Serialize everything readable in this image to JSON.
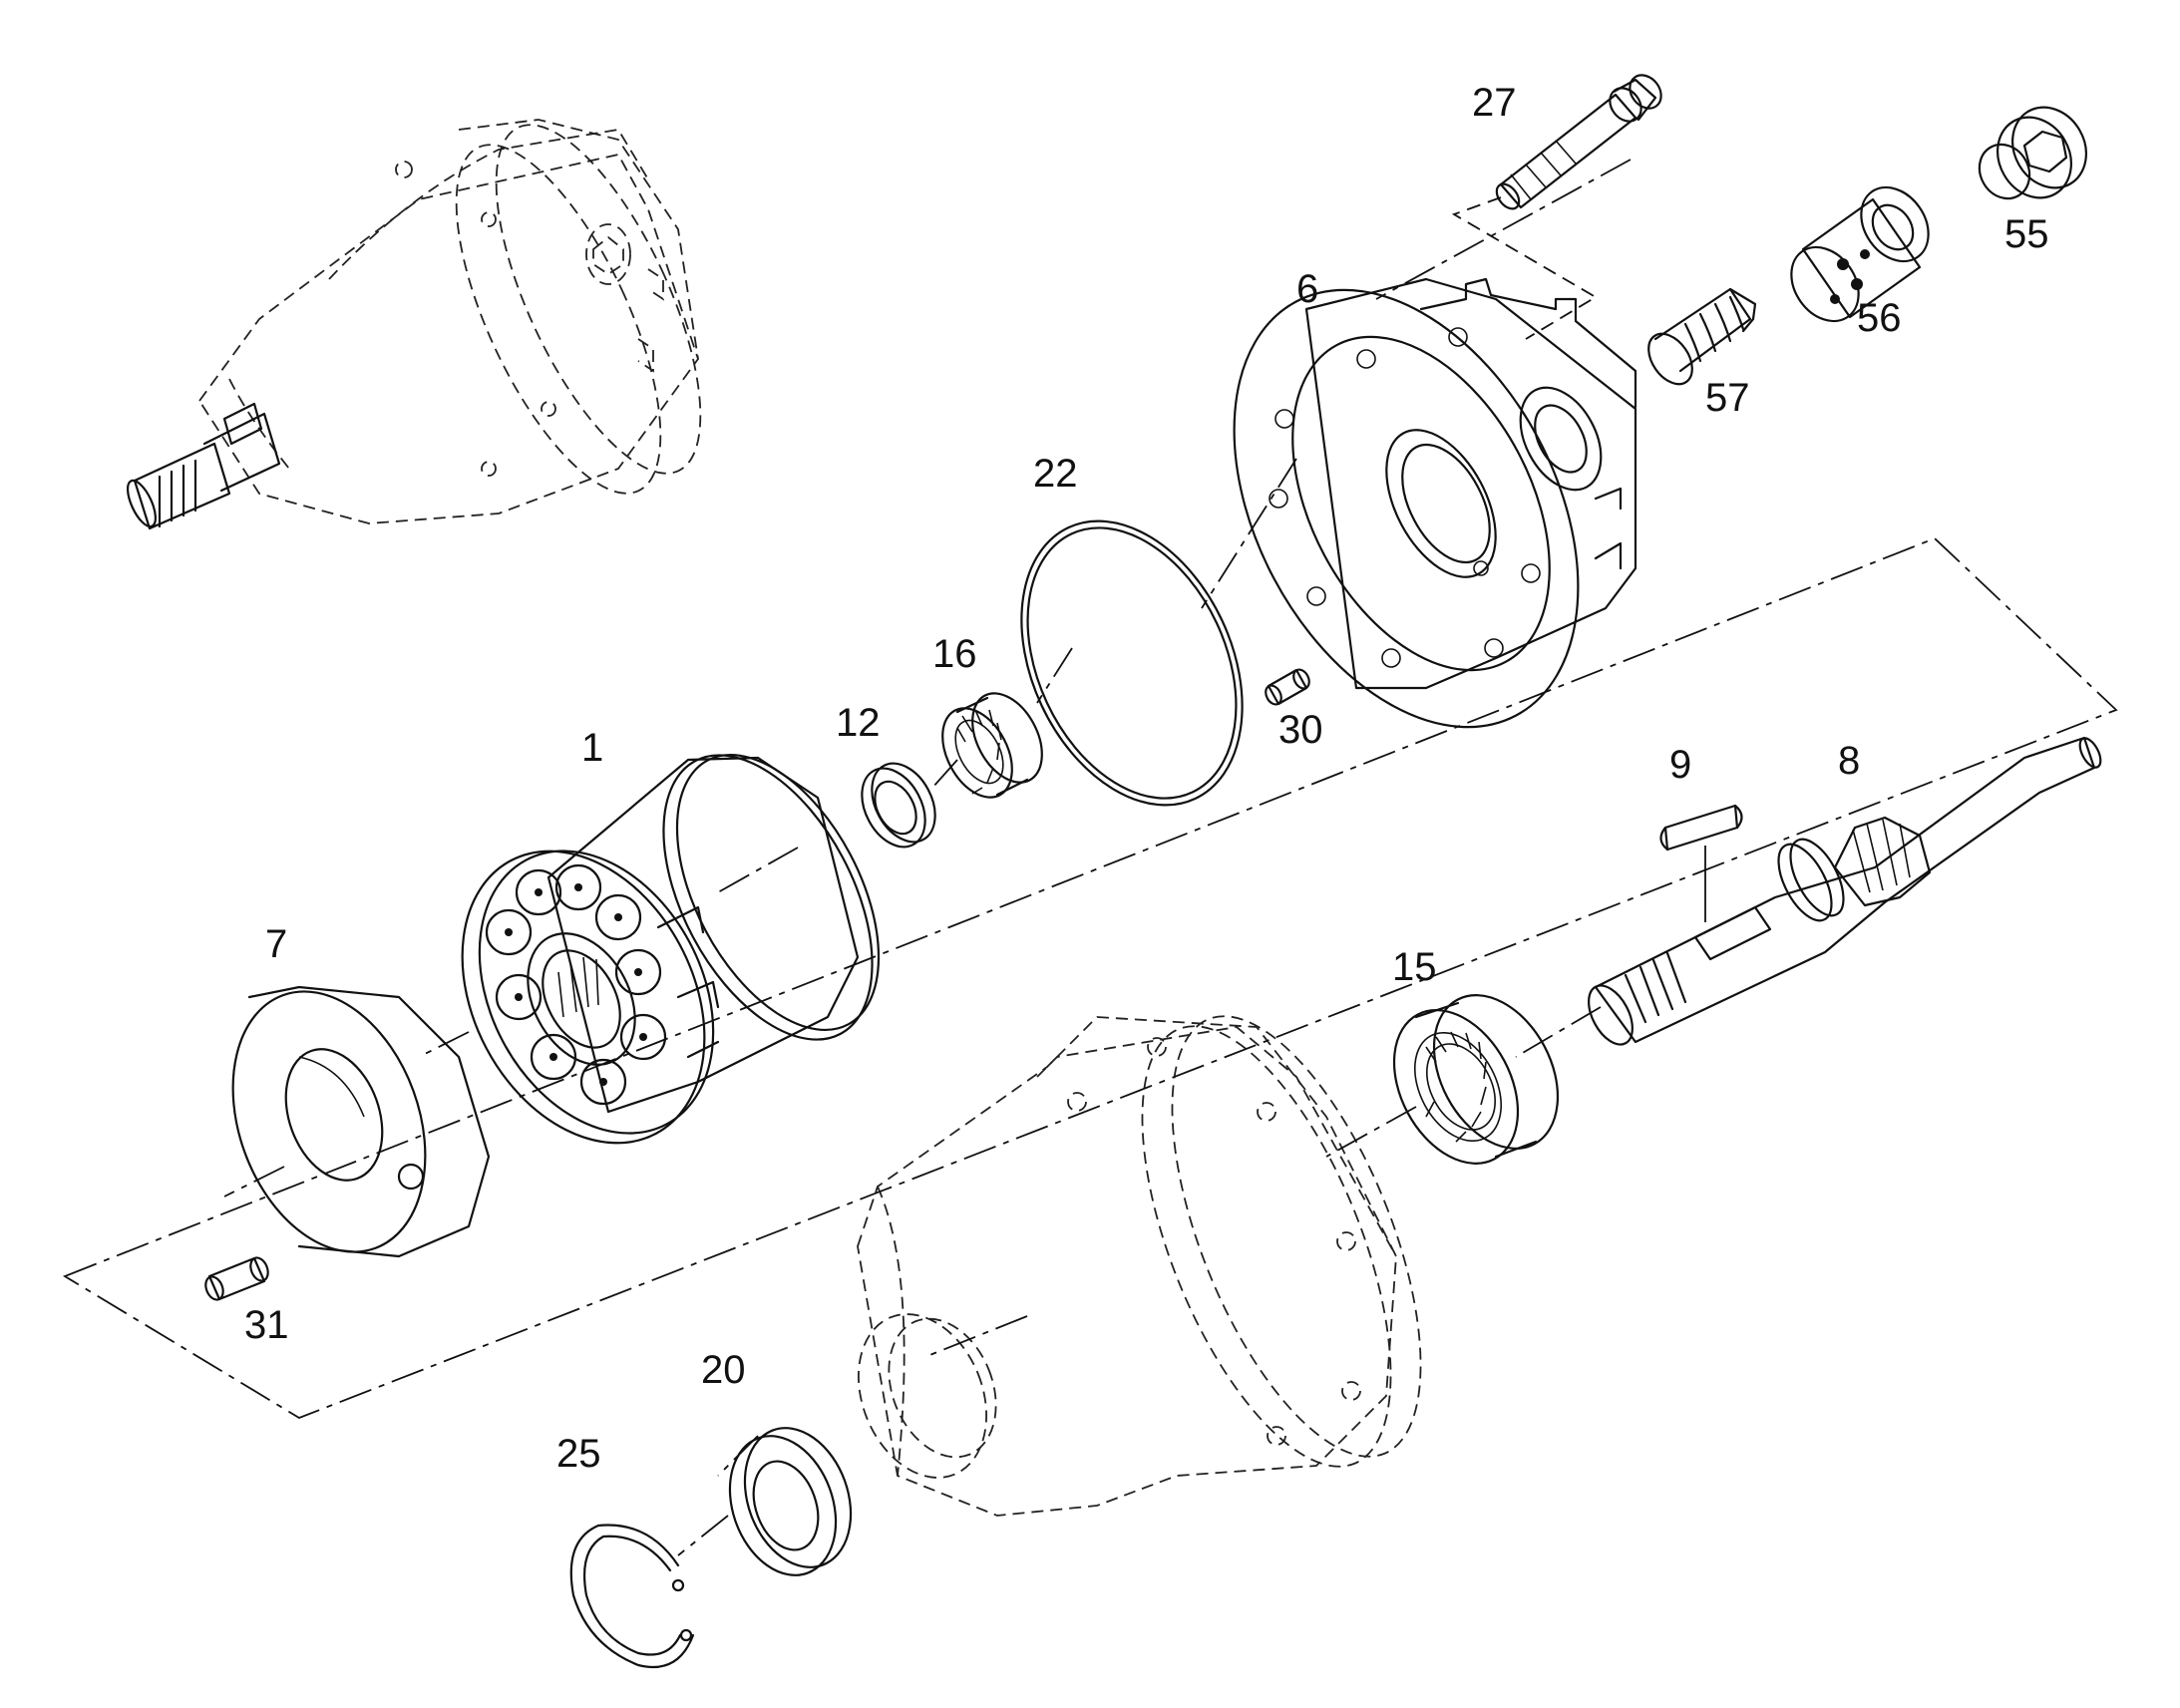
{
  "callouts": [
    {
      "id": "1",
      "text": "1"
    },
    {
      "id": "6",
      "text": "6"
    },
    {
      "id": "7",
      "text": "7"
    },
    {
      "id": "8",
      "text": "8"
    },
    {
      "id": "9",
      "text": "9"
    },
    {
      "id": "12",
      "text": "12"
    },
    {
      "id": "15",
      "text": "15"
    },
    {
      "id": "16",
      "text": "16"
    },
    {
      "id": "20",
      "text": "20"
    },
    {
      "id": "22",
      "text": "22"
    },
    {
      "id": "25",
      "text": "25"
    },
    {
      "id": "27",
      "text": "27"
    },
    {
      "id": "30",
      "text": "30"
    },
    {
      "id": "31",
      "text": "31"
    },
    {
      "id": "55",
      "text": "55"
    },
    {
      "id": "56",
      "text": "56"
    },
    {
      "id": "57",
      "text": "57"
    }
  ],
  "colors": {
    "line": "#111111",
    "background": "#ffffff"
  }
}
